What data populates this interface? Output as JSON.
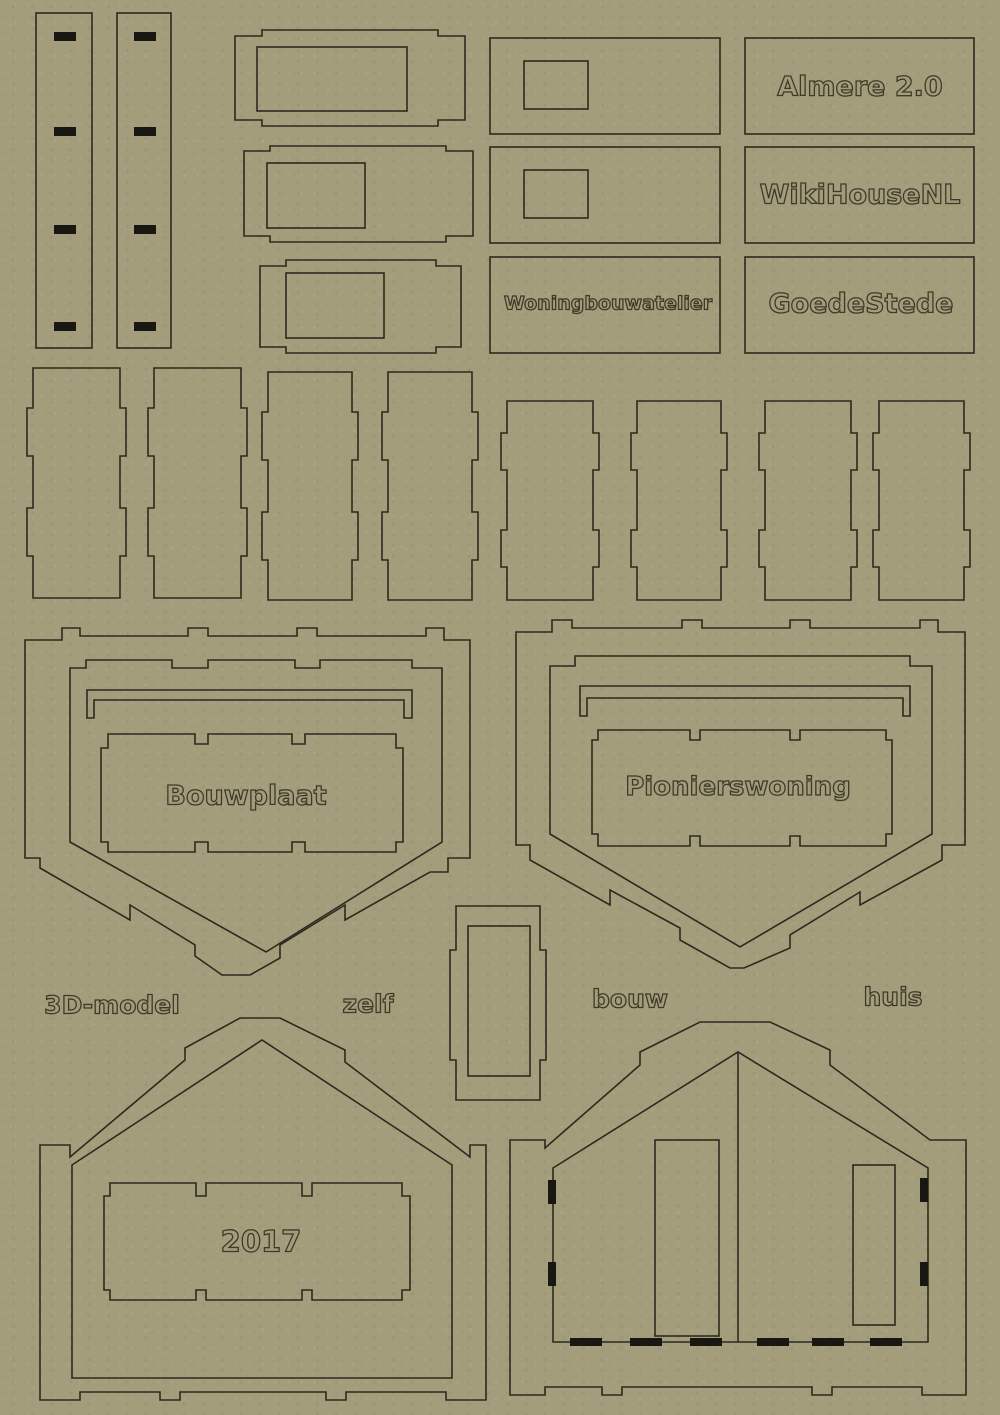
{
  "board": {
    "material": "MDF",
    "colors": {
      "board": "#a49d7c",
      "cut_line": "#2c2a1f",
      "engrave_stroke": "#3e3a2a",
      "slot": "#181712"
    }
  },
  "engravings": {
    "almere": "Almere 2.0",
    "wikihouse": "WikiHouseNL",
    "woningbouwatelier": "Woningbouwatelier",
    "goedestede": "GoedeStede",
    "bouwplaat": "Bouwplaat",
    "pionierswoning": "Pionierswoning",
    "model": "3D-model",
    "zelf": "zelf",
    "bouw": "bouw",
    "huis": "huis",
    "year": "2017"
  }
}
